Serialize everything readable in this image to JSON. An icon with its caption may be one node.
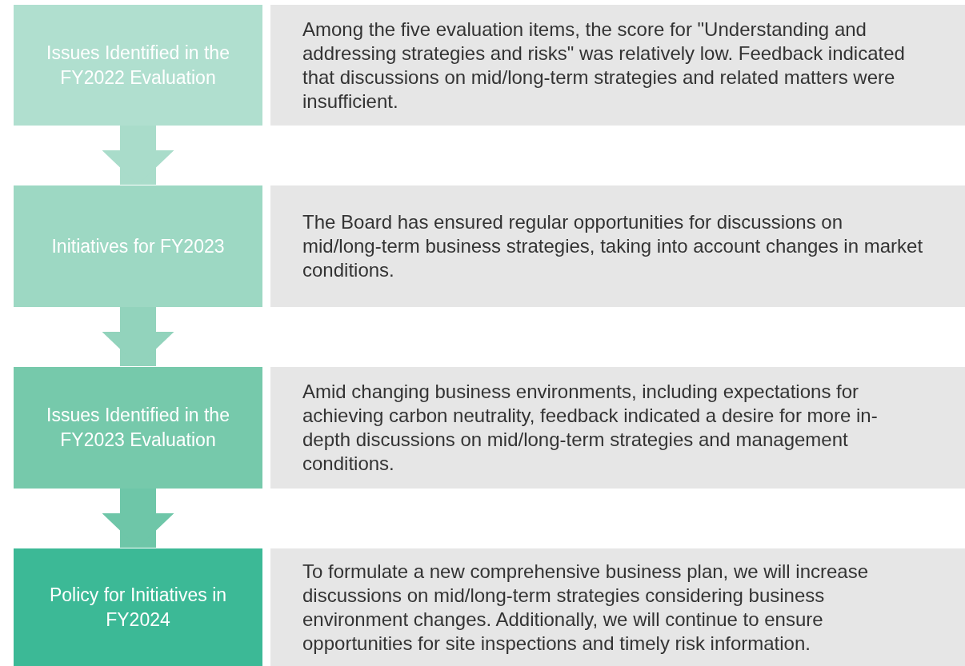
{
  "diagram": {
    "nodes": [
      {
        "text": [
          "Issues Identified in the FY2022 Evaluation"
        ]
      },
      {
        "text": [
          "Among the five evaluation items, the score for \"Understanding and addressing strategies and risks\" was relatively low. Feedback indicated that discussions on mid/long-term strategies and related matters were insufficient."
        ]
      },
      {
        "text": [
          "Initiatives for FY2023"
        ]
      },
      {
        "text": [
          "The Board has ensured regular opportunities for discussions on mid/long-term business strategies, taking into account changes in market conditions."
        ]
      },
      {
        "text": [
          "Issues Identified in the FY2023 Evaluation"
        ]
      },
      {
        "text": [
          "Amid changing business environments, including expectations for achieving carbon neutrality, feedback indicated a desire for more in-depth discussions on mid/long-term strategies and management conditions."
        ]
      },
      {
        "text": [
          "Policy for Initiatives in FY2024"
        ]
      },
      {
        "text": [
          "To formulate a new comprehensive business plan, we will increase discussions on mid/long-term strategies considering business environment changes. Additionally, we will continue to ensure opportunities for site inspections and timely risk information."
        ]
      }
    ],
    "edges": [
      {
        "from": 0,
        "to": 2,
        "arrow": "to",
        "color": "#a9dcca"
      },
      {
        "from": 2,
        "to": 4,
        "arrow": "to",
        "color": "#92d3bc"
      },
      {
        "from": 4,
        "to": 6,
        "arrow": "to",
        "color": "#6ec6a8"
      }
    ]
  }
}
